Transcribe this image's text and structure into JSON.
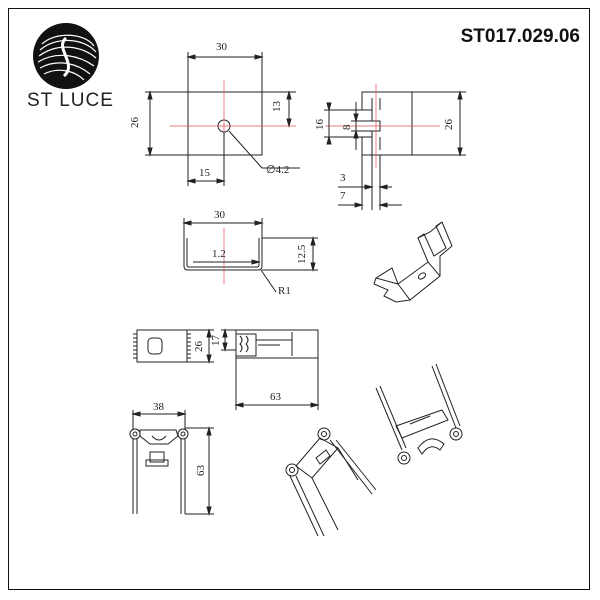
{
  "header": {
    "brand": "ST LUCE",
    "code": "ST017.029.06"
  },
  "dimensions": {
    "front_width": "30",
    "front_height": "26",
    "hole_offset_y": "13",
    "hole_offset_x": "15",
    "hole_diameter": "∅4.2",
    "side_height": "26",
    "slot_outer": "16",
    "slot_inner": "8",
    "slot_3": "3",
    "slot_7": "7",
    "bend_width": "30",
    "thickness": "1.2",
    "bend_height": "12.5",
    "radius": "R1",
    "plan_width": "26",
    "side_17": "17",
    "length_63": "63",
    "clip_width": "38",
    "clip_height": "63"
  },
  "colors": {
    "line": "#222222",
    "centerline": "#e05050"
  }
}
